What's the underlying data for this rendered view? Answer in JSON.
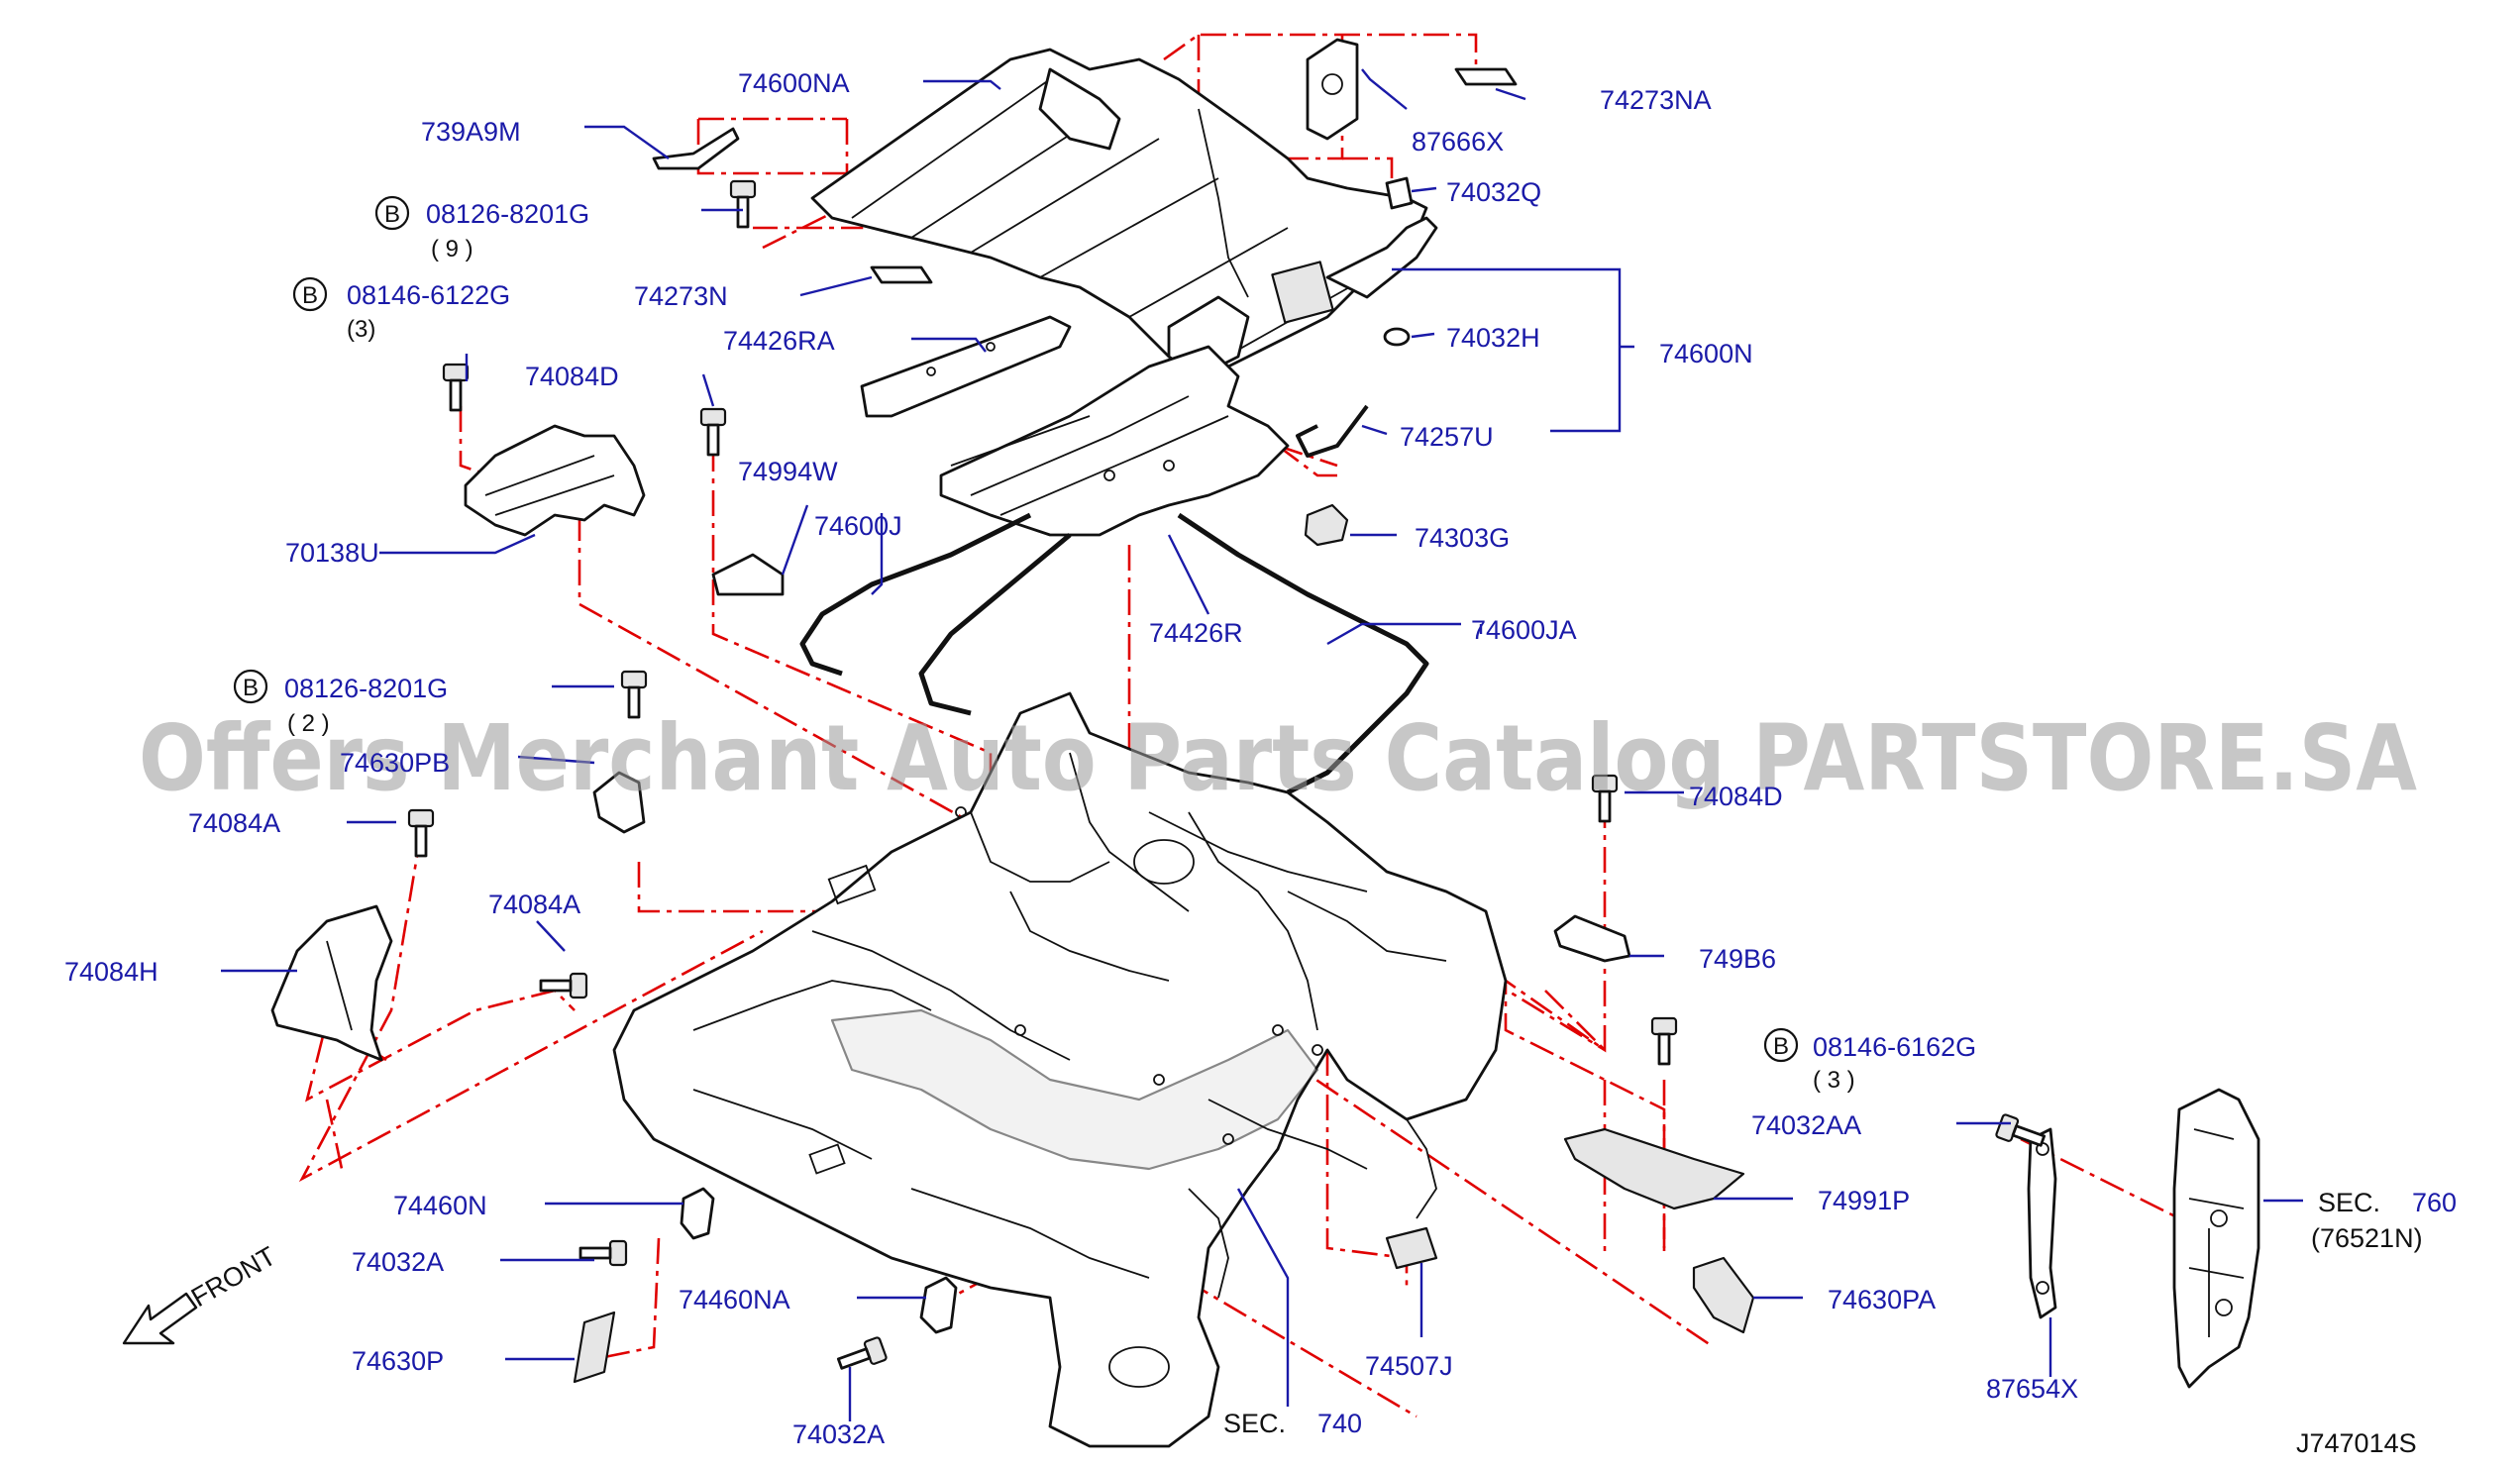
{
  "diagram_id": "J747014S",
  "watermark": "Offers Merchant Auto Parts Catalog PARTSTORE.SA",
  "front_label": "FRONT",
  "sec_labels": [
    {
      "prefix": "SEC.",
      "number": "740"
    },
    {
      "prefix": "SEC.",
      "number": "760",
      "sub": "(76521N)"
    }
  ],
  "callouts": [
    {
      "id": "74600NA",
      "text": "74600NA"
    },
    {
      "id": "739A9M",
      "text": "739A9M"
    },
    {
      "id": "08126-8201G-9",
      "text": "08126-8201G",
      "qty": "(   9   )",
      "badge": "B"
    },
    {
      "id": "08146-6122G",
      "text": "08146-6122G",
      "qty": "(3)",
      "badge": "B"
    },
    {
      "id": "74273N",
      "text": "74273N"
    },
    {
      "id": "74426RA",
      "text": "74426RA"
    },
    {
      "id": "74084D-top",
      "text": "74084D"
    },
    {
      "id": "74994W",
      "text": "74994W"
    },
    {
      "id": "74600J",
      "text": "74600J"
    },
    {
      "id": "70138U",
      "text": "70138U"
    },
    {
      "id": "74426R",
      "text": "74426R"
    },
    {
      "id": "74600JA",
      "text": "74600JA"
    },
    {
      "id": "08126-8201G-2",
      "text": "08126-8201G",
      "qty": "(   2   )",
      "badge": "B"
    },
    {
      "id": "74630PB",
      "text": "74630PB"
    },
    {
      "id": "74084A-left",
      "text": "74084A"
    },
    {
      "id": "74084A-right",
      "text": "74084A"
    },
    {
      "id": "74084H",
      "text": "74084H"
    },
    {
      "id": "74460N",
      "text": "74460N"
    },
    {
      "id": "74032A-top",
      "text": "74032A"
    },
    {
      "id": "74460NA",
      "text": "74460NA"
    },
    {
      "id": "74630P",
      "text": "74630P"
    },
    {
      "id": "74032A-bottom",
      "text": "74032A"
    },
    {
      "id": "87666X",
      "text": "87666X"
    },
    {
      "id": "74273NA",
      "text": "74273NA"
    },
    {
      "id": "74032Q",
      "text": "74032Q"
    },
    {
      "id": "74032H",
      "text": "74032H"
    },
    {
      "id": "74600N",
      "text": "74600N"
    },
    {
      "id": "74257U",
      "text": "74257U"
    },
    {
      "id": "74303G",
      "text": "74303G"
    },
    {
      "id": "74084D-right",
      "text": "74084D"
    },
    {
      "id": "749B6",
      "text": "749B6"
    },
    {
      "id": "08146-6162G",
      "text": "08146-6162G",
      "qty": "(   3   )",
      "badge": "B"
    },
    {
      "id": "74032AA",
      "text": "74032AA"
    },
    {
      "id": "74991P",
      "text": "74991P"
    },
    {
      "id": "74630PA",
      "text": "74630PA"
    },
    {
      "id": "74507J",
      "text": "74507J"
    },
    {
      "id": "87654X",
      "text": "87654X"
    }
  ]
}
